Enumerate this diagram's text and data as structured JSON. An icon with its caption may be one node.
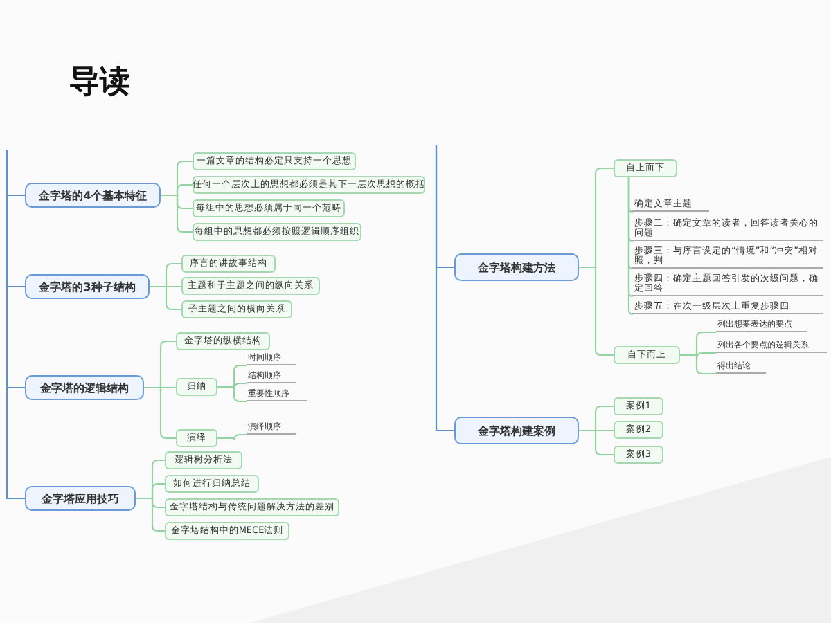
{
  "diagram": {
    "title": "导读",
    "nodes": [
      {
        "text": [
          "金字塔的4个基本特征"
        ]
      },
      {
        "text": [
          "一篇文章的结构必定只支持一个思想"
        ]
      },
      {
        "text": [
          "任何一个层次上的思想都必须是其下一层次思想的概括"
        ]
      },
      {
        "text": [
          "每组中的思想必须属于同一个范畴"
        ]
      },
      {
        "text": [
          "每组中的思想都必须按照逻辑顺序组织"
        ]
      },
      {
        "text": [
          "金字塔的3种子结构"
        ]
      },
      {
        "text": [
          "序言的讲故事结构"
        ]
      },
      {
        "text": [
          "主题和子主题之间的纵向关系"
        ]
      },
      {
        "text": [
          "子主题之间的横向关系"
        ]
      },
      {
        "text": [
          "金字塔的逻辑结构"
        ]
      },
      {
        "text": [
          "金字塔的纵横结构"
        ]
      },
      {
        "text": [
          "归纳"
        ]
      },
      {
        "text": [
          "时间顺序"
        ]
      },
      {
        "text": [
          "结构顺序"
        ]
      },
      {
        "text": [
          "重要性顺序"
        ]
      },
      {
        "text": [
          "演绎"
        ]
      },
      {
        "text": [
          "演绎顺序"
        ]
      },
      {
        "text": [
          "金字塔应用技巧"
        ]
      },
      {
        "text": [
          "逻辑树分析法"
        ]
      },
      {
        "text": [
          "如何进行归纳总结"
        ]
      },
      {
        "text": [
          "金字塔结构与传统问题解决方法的差别"
        ]
      },
      {
        "text": [
          "金字塔结构中的MECE法则"
        ]
      },
      {
        "text": [
          "金字塔构建方法"
        ]
      },
      {
        "text": [
          "自上而下"
        ]
      },
      {
        "text": [
          "确定文章主题"
        ]
      },
      {
        "text": [
          "步骤二：确定文章的读者，回答读者关心的问题"
        ]
      },
      {
        "text": [
          "步骤三：与序言设定的“情境”和“冲突”相对照，判"
        ]
      },
      {
        "text": [
          "步骤四：确定主题回答引发的次级问题，确定回答"
        ]
      },
      {
        "text": [
          "步骤五：在次一级层次上重复步骤四"
        ]
      },
      {
        "text": [
          "自下而上"
        ]
      },
      {
        "text": [
          "列出想要表达的要点"
        ]
      },
      {
        "text": [
          "列出各个要点的逻辑关系"
        ]
      },
      {
        "text": [
          "得出结论"
        ]
      },
      {
        "text": [
          "金字塔构建案例"
        ]
      },
      {
        "text": [
          "案例1"
        ]
      },
      {
        "text": [
          "案例2"
        ]
      },
      {
        "text": [
          "案例3"
        ]
      }
    ],
    "edges": [
      {
        "from": null,
        "to": 0,
        "arrow": "none",
        "color": "#5b8fd0"
      },
      {
        "from": null,
        "to": 5,
        "arrow": "none",
        "color": "#5b8fd0"
      },
      {
        "from": null,
        "to": 9,
        "arrow": "none",
        "color": "#5b8fd0"
      },
      {
        "from": null,
        "to": 17,
        "arrow": "none",
        "color": "#5b8fd0"
      },
      {
        "from": null,
        "to": 22,
        "arrow": "none",
        "color": "#5b8fd0"
      },
      {
        "from": null,
        "to": 33,
        "arrow": "none",
        "color": "#5b8fd0"
      },
      {
        "from": 0,
        "to": 1,
        "arrow": "none"
      },
      {
        "from": 0,
        "to": 2,
        "arrow": "none"
      },
      {
        "from": 0,
        "to": 3,
        "arrow": "none"
      },
      {
        "from": 0,
        "to": 4,
        "arrow": "none"
      },
      {
        "from": 5,
        "to": 6,
        "arrow": "none"
      },
      {
        "from": 5,
        "to": 7,
        "arrow": "none"
      },
      {
        "from": 5,
        "to": 8,
        "arrow": "none"
      },
      {
        "from": 9,
        "to": 10,
        "arrow": "none"
      },
      {
        "from": 9,
        "to": 11,
        "arrow": "none"
      },
      {
        "from": 9,
        "to": 15,
        "arrow": "none"
      },
      {
        "from": 11,
        "to": 12,
        "arrow": "none"
      },
      {
        "from": 11,
        "to": 13,
        "arrow": "none"
      },
      {
        "from": 11,
        "to": 14,
        "arrow": "none"
      },
      {
        "from": 15,
        "to": 16,
        "arrow": "none"
      },
      {
        "from": 17,
        "to": 18,
        "arrow": "none"
      },
      {
        "from": 17,
        "to": 19,
        "arrow": "none"
      },
      {
        "from": 17,
        "to": 20,
        "arrow": "none"
      },
      {
        "from": 17,
        "to": 21,
        "arrow": "none"
      },
      {
        "from": 22,
        "to": 23,
        "arrow": "none"
      },
      {
        "from": 22,
        "to": 29,
        "arrow": "none"
      },
      {
        "from": 23,
        "to": 24,
        "arrow": "none"
      },
      {
        "from": 23,
        "to": 25,
        "arrow": "none"
      },
      {
        "from": 23,
        "to": 26,
        "arrow": "none"
      },
      {
        "from": 23,
        "to": 27,
        "arrow": "none"
      },
      {
        "from": 23,
        "to": 28,
        "arrow": "none"
      },
      {
        "from": 29,
        "to": 30,
        "arrow": "none"
      },
      {
        "from": 29,
        "to": 31,
        "arrow": "none"
      },
      {
        "from": 29,
        "to": 32,
        "arrow": "none"
      },
      {
        "from": 33,
        "to": 34,
        "arrow": "none"
      },
      {
        "from": 33,
        "to": 35,
        "arrow": "none"
      },
      {
        "from": 33,
        "to": 36,
        "arrow": "none"
      }
    ]
  }
}
